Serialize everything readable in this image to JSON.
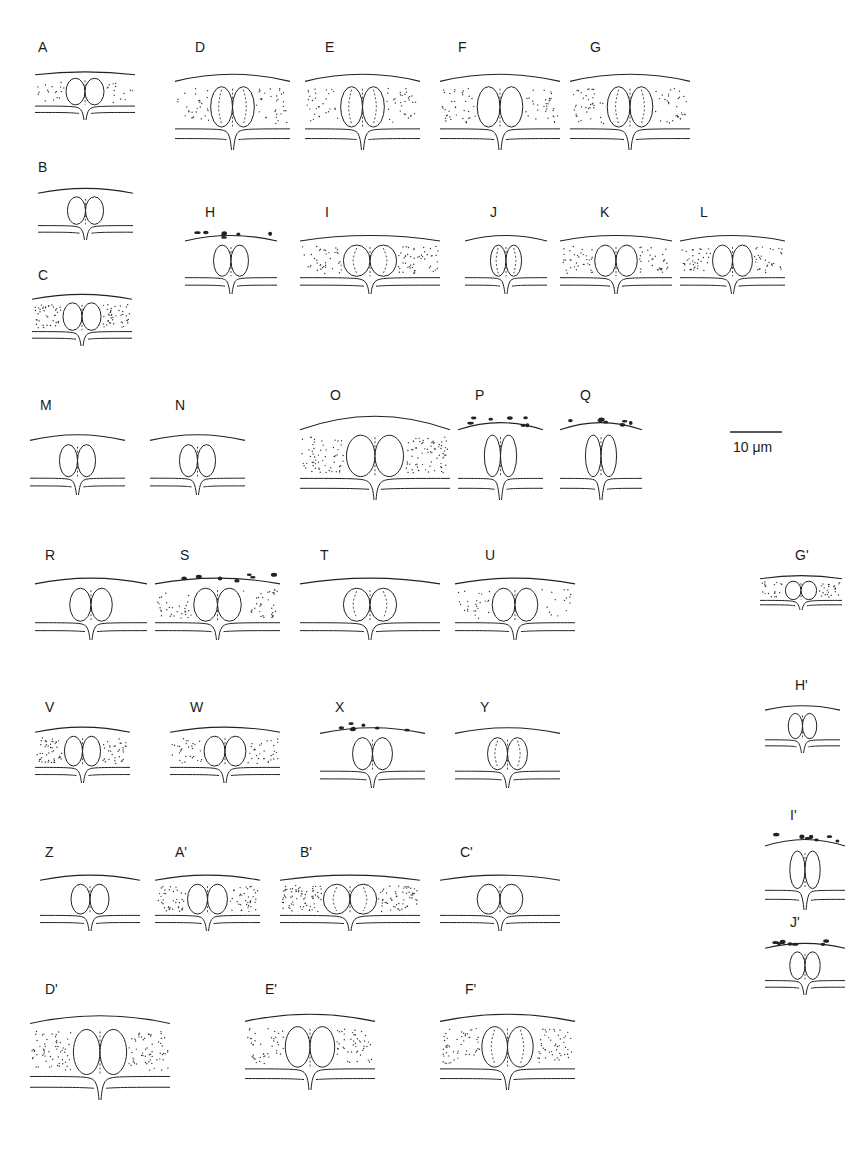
{
  "diagram": {
    "labels": [
      "A",
      "B",
      "C",
      "D",
      "E",
      "F",
      "G",
      "H",
      "I",
      "J",
      "K",
      "L",
      "M",
      "N",
      "O",
      "P",
      "Q",
      "10 μm",
      "R",
      "S",
      "T",
      "U",
      "V",
      "W",
      "X",
      "Y",
      "Z",
      "A'",
      "B'",
      "C'",
      "D'",
      "E'",
      "F'",
      "G'",
      "H'",
      "I'",
      "J'"
    ]
  }
}
